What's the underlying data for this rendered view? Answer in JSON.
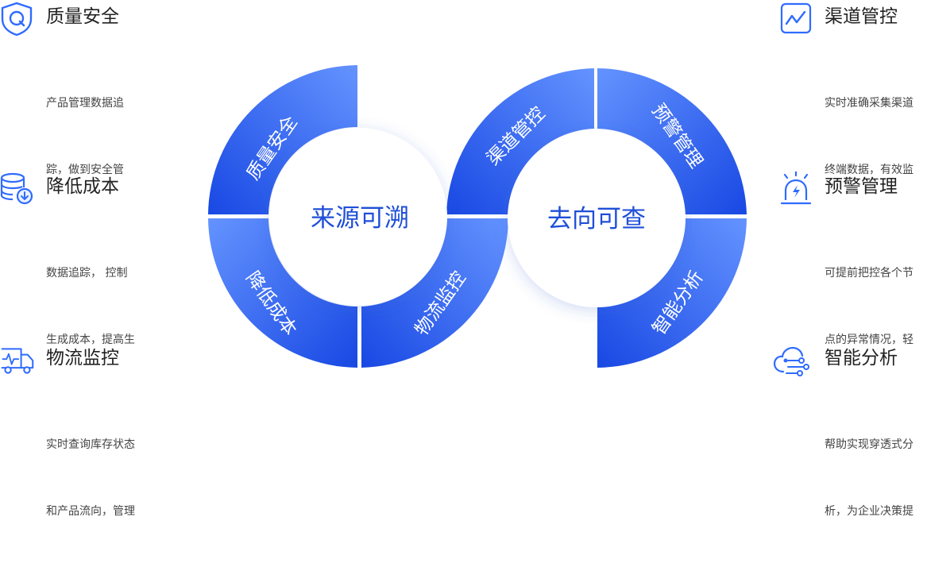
{
  "features": {
    "quality": {
      "title": "质量安全",
      "desc": [
        "产品管理数据追",
        "踪，做到安全管"
      ],
      "icon": "shield-q-icon"
    },
    "cost": {
      "title": "降低成本",
      "desc": [
        "数据追踪， 控制",
        "生成成本，提高生"
      ],
      "icon": "database-download-icon"
    },
    "logistics": {
      "title": "物流监控",
      "desc": [
        "实时查询库存状态",
        "和产品流向，管理"
      ],
      "icon": "truck-pulse-icon"
    },
    "channel": {
      "title": "渠道管控",
      "desc": [
        "实时准确采集渠道",
        "终端数据，有效监"
      ],
      "icon": "line-chart-icon"
    },
    "warning": {
      "title": "预警管理",
      "desc": [
        "可提前把控各个节",
        "点的异常情况，轻"
      ],
      "icon": "alarm-light-icon"
    },
    "analysis": {
      "title": "智能分析",
      "desc": [
        "帮助实现穿透式分",
        "析，为企业决策提"
      ],
      "icon": "cloud-network-icon"
    }
  },
  "diagram": {
    "left_center": "来源可溯",
    "right_center": "去向可查",
    "segments": {
      "quality": "质量安全",
      "cost": "降低成本",
      "logistics": "物流监控",
      "channel": "渠道管控",
      "warning": "预警管理",
      "analysis": "智能分析"
    }
  },
  "colors": {
    "primary": "#1a4fe0",
    "primary_light": "#5a8cff",
    "center_text": "#1f4fd8",
    "icon": "#2f6bff"
  }
}
